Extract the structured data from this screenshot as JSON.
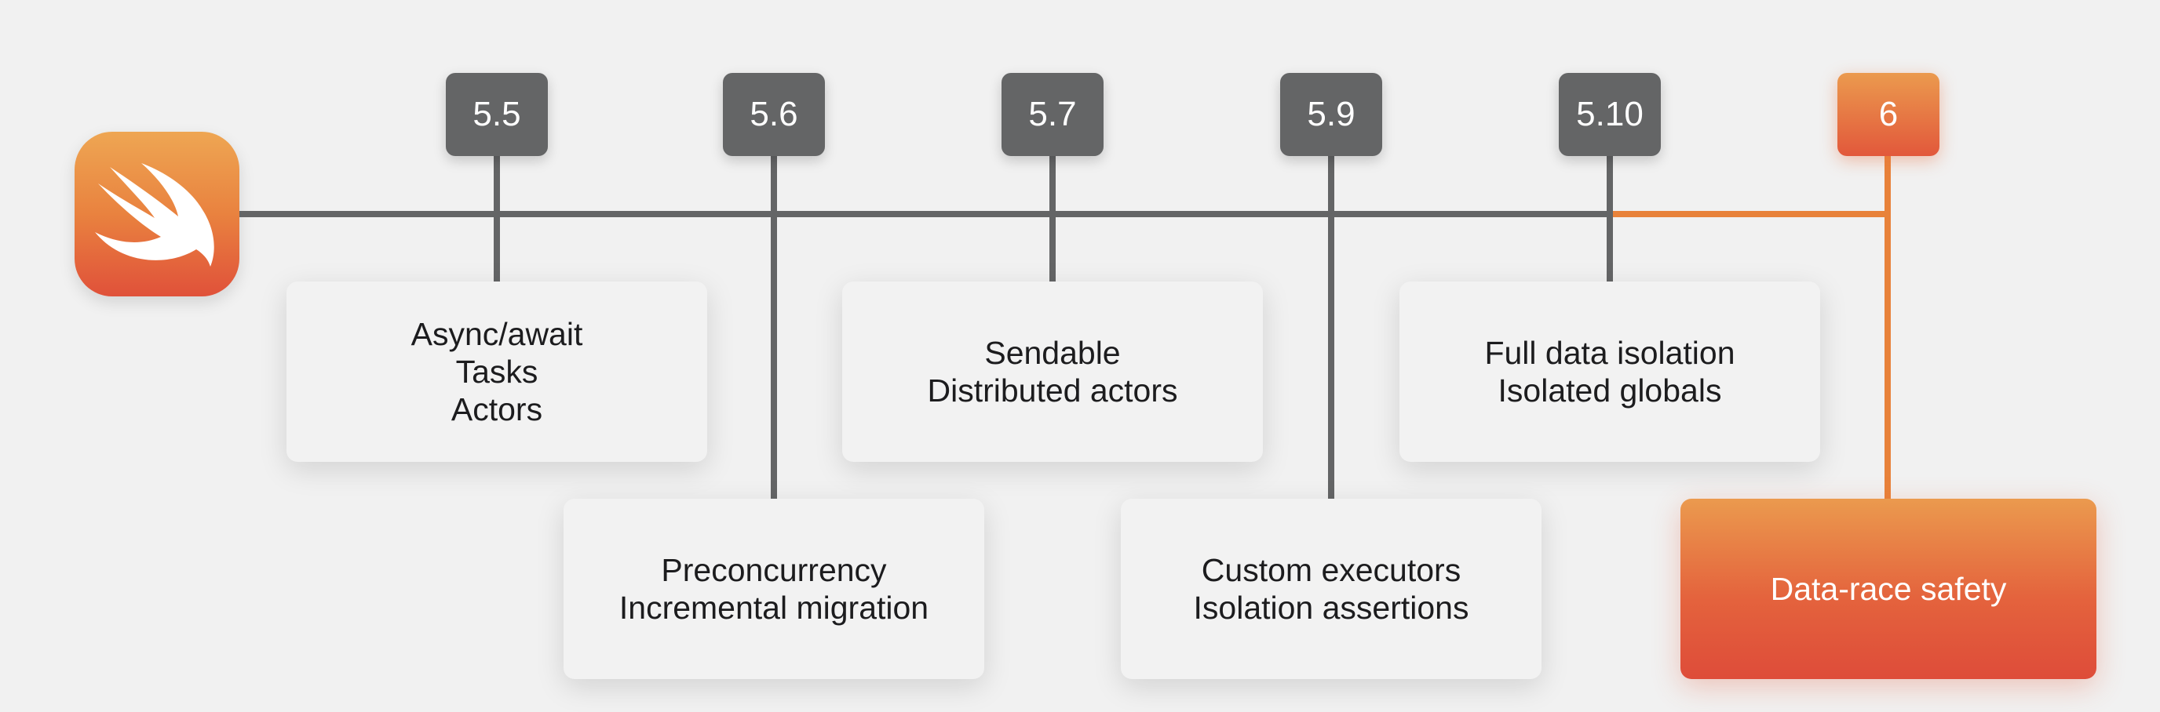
{
  "logo": {
    "icon": "swift-logo-icon",
    "gradient": [
      "#eea653",
      "#e0513a"
    ]
  },
  "colors": {
    "line": "#646566",
    "accent": "#e8823a",
    "background": "#f1f1f1",
    "card": "#f2f2f2"
  },
  "versions": [
    {
      "label": "5.5",
      "highlight": false
    },
    {
      "label": "5.6",
      "highlight": false
    },
    {
      "label": "5.7",
      "highlight": false
    },
    {
      "label": "5.9",
      "highlight": false
    },
    {
      "label": "5.10",
      "highlight": false
    },
    {
      "label": "6",
      "highlight": true
    }
  ],
  "features": [
    {
      "version": "5.5",
      "lines": [
        "Async/await",
        "Tasks",
        "Actors"
      ]
    },
    {
      "version": "5.6",
      "lines": [
        "Preconcurrency",
        "Incremental migration"
      ]
    },
    {
      "version": "5.7",
      "lines": [
        "Sendable",
        "Distributed actors"
      ]
    },
    {
      "version": "5.9",
      "lines": [
        "Custom executors",
        "Isolation assertions"
      ]
    },
    {
      "version": "5.10",
      "lines": [
        "Full data isolation",
        "Isolated globals"
      ]
    },
    {
      "version": "6",
      "lines": [
        "Data-race safety"
      ]
    }
  ]
}
